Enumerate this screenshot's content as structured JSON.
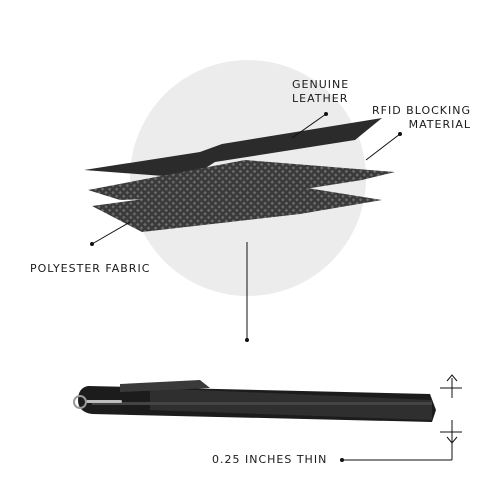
{
  "labels": {
    "leather_line1": "GENUINE",
    "leather_line2": "LEATHER",
    "rfid_line1": "RFID BLOCKING",
    "rfid_line2": "MATERIAL",
    "polyester": "POLYESTER FABRIC",
    "thickness": "0.25 INCHES THIN"
  },
  "colors": {
    "circle": "#ececec",
    "leather": "#2b2b2b",
    "mesh": "#5a5a5a",
    "wallet": "#1c1c1c",
    "leader": "#111111"
  }
}
